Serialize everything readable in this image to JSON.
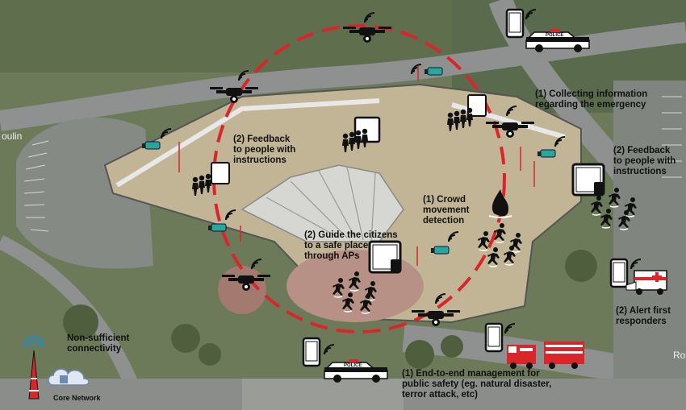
{
  "labels": {
    "collect_info": "(1) Collecting information\nregarding the emergency",
    "feedback_left": "(2) Feedback\nto people with\ninstructions",
    "feedback_right": "(2) Feedback\nto people with\ninstructions",
    "crowd_detection": "(1)  Crowd\nmovement\ndetection",
    "guide_citizens": "(2) Guide the citizens\nto a safe place\nthrough APs",
    "alert_responders": "(2) Alert first\nresponders",
    "non_sufficient": "Non-sufficient\nconnectivity",
    "core_network": "Core Network",
    "end_to_end": "(1) End-to-end management for\npublic safety (eg. natural disaster,\nterror attack, etc)",
    "road_left": "oulin",
    "road_right": "Ro",
    "police": "POLICE"
  },
  "icons": [
    "drone-icon",
    "cctv-camera-icon",
    "smartphone-icon",
    "tablet-icon",
    "wifi-signal-icon",
    "police-car-icon",
    "ambulance-icon",
    "fire-truck-icon",
    "fire-icon",
    "crowd-icon",
    "running-people-icon",
    "cell-tower-icon",
    "cloud-icon"
  ],
  "colors": {
    "circle": "#d8262b",
    "ground": "#6f7d5e",
    "roof": "#c4b79a"
  }
}
